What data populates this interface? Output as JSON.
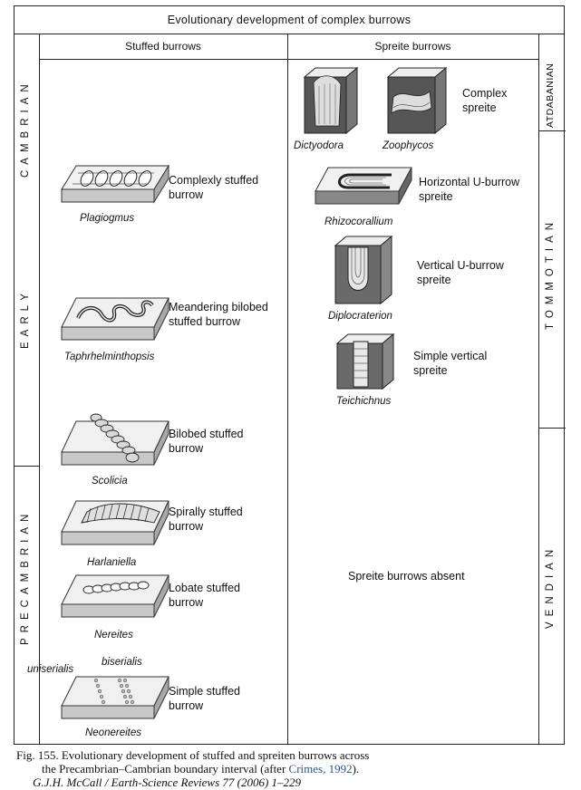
{
  "title": "Evolutionary development of complex burrows",
  "columns": {
    "stuffed": "Stuffed burrows",
    "spreite": "Spreite burrows"
  },
  "left_labels": {
    "early_cambrian": "EARLY CAMBRIAN",
    "cambrian": "CAMBRIAN",
    "early": "EARLY",
    "precambrian": "PRECAMBRIAN"
  },
  "right_labels": {
    "atdabanian": "ATDABANIAN",
    "tommotian": "TOMMOTIAN",
    "vendian": "VENDIAN"
  },
  "stuffed": [
    {
      "name": "Plagiogmus",
      "desc_l1": "Complexly stuffed",
      "desc_l2": "burrow"
    },
    {
      "name": "Taphrhelminthopsis",
      "desc_l1": "Meandering bilobed",
      "desc_l2": "stuffed burrow"
    },
    {
      "name": "Scolicia",
      "desc_l1": "Bilobed stuffed",
      "desc_l2": "burrow"
    },
    {
      "name": "Harlaniella",
      "desc_l1": "Spirally stuffed",
      "desc_l2": "burrow"
    },
    {
      "name": "Nereites",
      "desc_l1": "Lobate stuffed",
      "desc_l2": "burrow"
    },
    {
      "name": "Neonereites",
      "desc_l1": "Simple stuffed",
      "desc_l2": "burrow",
      "sub1": "uniserialis",
      "sub2": "biserialis"
    }
  ],
  "spreite": [
    {
      "names": [
        "Dictyodora",
        "Zoophycos"
      ],
      "desc_l1": "Complex",
      "desc_l2": "spreite"
    },
    {
      "name": "Rhizocorallium",
      "desc_l1": "Horizontal U-burrow",
      "desc_l2": "spreite"
    },
    {
      "name": "Diplocraterion",
      "desc_l1": "Vertical U-burrow",
      "desc_l2": "spreite"
    },
    {
      "name": "Teichichnus",
      "desc_l1": "Simple vertical",
      "desc_l2": "spreite"
    }
  ],
  "absent": "Spreite burrows absent",
  "caption": {
    "line1": "Fig. 155. Evolutionary development of stuffed and spreiten burrows across",
    "line2_pre": "the Precambrian–Cambrian boundary interval (after ",
    "line2_link": "Crimes, 1992",
    "line2_post": ")."
  },
  "citation": "G.J.H. McCall / Earth-Science Reviews 77 (2006) 1–229"
}
